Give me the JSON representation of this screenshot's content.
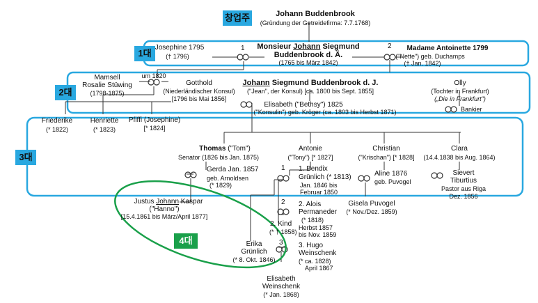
{
  "colors": {
    "box": "#29a8e0",
    "ellipse": "#1aa04a",
    "line": "#333333"
  },
  "badges": {
    "founder": "창업주",
    "gen1": "1대",
    "gen2": "2대",
    "gen3": "3대",
    "gen4": "4대"
  },
  "founder": {
    "name": "Johann Buddenbrook",
    "note": "(Gründung der Getreidefirma: 7.7.1768)"
  },
  "gen1": {
    "josephine_name": "Josephine  1795",
    "josephine_date": "(† 1796)",
    "marriage1": "1",
    "marriage2": "2",
    "johann_pre": "Monsieur ",
    "johann_u": "Johann",
    "johann_post": " Siegmund",
    "johann_line2": "Buddenbrook d. Ä.",
    "johann_dates": "(1765 bis März 1842)",
    "antoinette_name": "Madame Antoinette 1799",
    "antoinette_sub": "(\"Nette\") geb. Duchamps",
    "antoinette_date": "(† Jan. 1842)"
  },
  "gen2": {
    "mamsell_1": "Mamsell",
    "mamsell_2": "Rosalie Stüwing",
    "mamsell_3": "(1798-1875)",
    "um1820": "um 1820",
    "gotthold_name": "Gotthold",
    "gotthold_sub": "(Niederländischer Konsul)",
    "gotthold_dates": "[1796 bis Mai 1856]",
    "jj_u": "Johann",
    "jj_post": " Siegmund Buddenbrook d. J.",
    "jj_sub": "(\"Jean\", der Konsul) [ca. 1800 bis Sept. 1855]",
    "elisabeth_name": "Elisabeth  (\"Bethsy\") 1825",
    "elisabeth_sub": "(\"Konsulin\") geb. Kröger (ca. 1803 bis Herbst 1871)",
    "olly_name": "Olly",
    "olly_sub": "(Tochter in Frankfurt)",
    "olly_note": "(„Die in Frankfurt\")",
    "bankier": "Bankier",
    "friederike": "Friederike",
    "friederike_date": "(* 1822)",
    "henriette": "Henriette",
    "henriette_date": "(* 1823)",
    "pfiffi": "Pfiffi (Josephine)",
    "pfiffi_date": "[* 1824]"
  },
  "gen3": {
    "thomas_b": "Thomas",
    "thomas_rest": " (\"Tom\")",
    "thomas_sub": "Senator (1826 bis Jan. 1875)",
    "antonie_name": "Antonie",
    "antonie_sub": "(\"Tony\") [* 1827]",
    "christian_name": "Christian",
    "christian_sub": "(\"Krischan\") [* 1828]",
    "clara_name": "Clara",
    "clara_sub": "(14.4.1838 bis Aug. 1864)",
    "gerda_name": "Gerda  Jan. 1857",
    "gerda_sub1": "geb. Arnoldsen",
    "gerda_sub2": "(* 1829)",
    "bendix_1": "1. Bendix",
    "bendix_2": "Grünlich (* 1813)",
    "bendix_3": "Jan. 1846 bis",
    "bendix_4": "Februar 1850",
    "aline_name": "Aline  1876",
    "aline_sub": "geb. Puvogel",
    "sievert_1": "Sievert",
    "sievert_2": "Tiburtius",
    "sievert_3": "Pastor aus Riga",
    "sievert_4": "Dez. 1856",
    "m1": "1",
    "m2": "2",
    "m3": "3",
    "alois_1": "2. Alois",
    "alois_2": "Permaneder",
    "alois_3": "(* 1818)",
    "alois_4": "Herbst 1857",
    "alois_5": "bis Nov. 1859",
    "kind_1": "2. Kind",
    "kind_2": "(* † 1858)",
    "hugo_1": "3. Hugo",
    "hugo_2": "Weinschenk",
    "hugo_3": "(* ca. 1828)",
    "hugo_4": "April 1867",
    "gisela_name": "Gisela Puvogel",
    "gisela_sub": "(* Nov./Dez. 1859)"
  },
  "gen4": {
    "justus_pre": "Justus ",
    "justus_u": "Johann",
    "justus_post": " Kaspar",
    "justus_2": "(\"Hanno\")",
    "justus_3": "[15.4.1861 bis März/April 1877]",
    "erika_1": "Erika",
    "erika_2": "Grünlich",
    "erika_3": "(* 8. Okt. 1846)",
    "elisabeth_w_1": "Elisabeth",
    "elisabeth_w_2": "Weinschenk",
    "elisabeth_w_3": "(* Jan. 1868)"
  }
}
